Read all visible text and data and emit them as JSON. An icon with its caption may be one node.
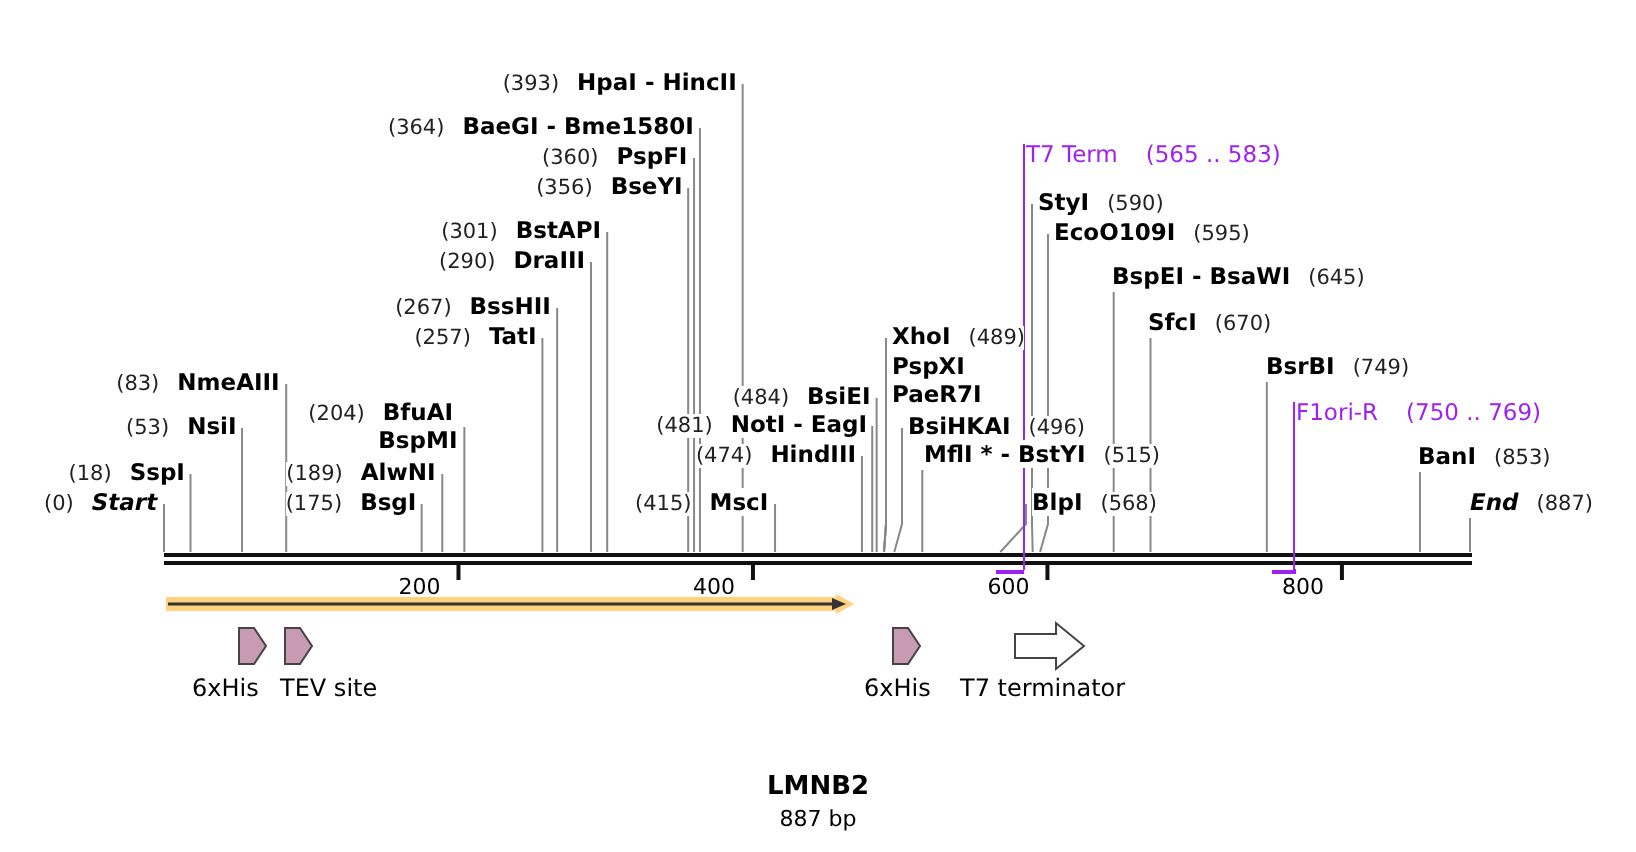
{
  "diagram": {
    "title": "LMNB2",
    "caption": "887 bp",
    "nodes": [
      {
        "text": [
          "(0)",
          "Start"
        ]
      },
      {
        "text": [
          "(18)",
          "SspI"
        ]
      },
      {
        "text": [
          "(53)",
          "NsiI"
        ]
      },
      {
        "text": [
          "(83)",
          "NmeAIII"
        ]
      },
      {
        "text": [
          "(175)",
          "BsgI"
        ]
      },
      {
        "text": [
          "(189)",
          "AlwNI"
        ]
      },
      {
        "text": [
          "(204)",
          "BfuAI",
          "BspMI"
        ]
      },
      {
        "text": [
          "(257)",
          "TatI"
        ]
      },
      {
        "text": [
          "(267)",
          "BssHII"
        ]
      },
      {
        "text": [
          "(290)",
          "DraIII"
        ]
      },
      {
        "text": [
          "(301)",
          "BstAPI"
        ]
      },
      {
        "text": [
          "(356)",
          "BseYI"
        ]
      },
      {
        "text": [
          "(360)",
          "PspFI"
        ]
      },
      {
        "text": [
          "(364)",
          "BaeGI  - Bme1580I"
        ]
      },
      {
        "text": [
          "(393)",
          "HpaI  - HincII"
        ]
      },
      {
        "text": [
          "(415)",
          "MscI"
        ]
      },
      {
        "text": [
          "(474)",
          "HindIII"
        ]
      },
      {
        "text": [
          "(481)",
          "NotI  - EagI"
        ]
      },
      {
        "text": [
          "(484)",
          "BsiEI"
        ]
      },
      {
        "text": [
          "XhoI",
          "(489)"
        ]
      },
      {
        "text": [
          "PspXI"
        ]
      },
      {
        "text": [
          "PaeR7I"
        ]
      },
      {
        "text": [
          "BsiHKAI",
          "(496)"
        ]
      },
      {
        "text": [
          "MflI * - BstYI",
          "(515)"
        ]
      },
      {
        "text": [
          "BlpI",
          "(568)"
        ]
      },
      {
        "text": [
          "StyI",
          "(590)"
        ]
      },
      {
        "text": [
          "EcoO109I",
          "(595)"
        ]
      },
      {
        "text": [
          "BspEI  - BsaWI",
          "(645)"
        ]
      },
      {
        "text": [
          "SfcI",
          "(670)"
        ]
      },
      {
        "text": [
          "BsrBI",
          "(749)"
        ]
      },
      {
        "text": [
          "BanI",
          "(853)"
        ]
      },
      {
        "text": [
          "End",
          "(887)"
        ]
      },
      {
        "text": [
          "T7 Term",
          "(565 .. 583)"
        ]
      },
      {
        "text": [
          "F1ori-R",
          "(750 .. 769)"
        ]
      },
      {
        "text": [],
        "shape": "bar"
      },
      {
        "text": [],
        "shape": "bar"
      },
      {
        "text": [],
        "shape": "arrow"
      },
      {
        "text": [],
        "shape": "arrow",
        "beside": [
          "6xHis"
        ]
      },
      {
        "text": [],
        "shape": "arrow",
        "beside": [
          "TEV site"
        ]
      },
      {
        "text": [],
        "shape": "arrow",
        "beside": [
          "6xHis"
        ]
      },
      {
        "text": [],
        "shape": "arrow",
        "beside": [
          "T7 terminator"
        ]
      },
      {
        "text": [],
        "shape": "bar"
      }
    ],
    "edges": [
      {
        "from": 0,
        "to": 41,
        "arrow": "none"
      },
      {
        "from": 1,
        "to": 41,
        "arrow": "none"
      },
      {
        "from": 2,
        "to": 41,
        "arrow": "none"
      },
      {
        "from": 3,
        "to": 41,
        "arrow": "none"
      },
      {
        "from": 4,
        "to": 41,
        "arrow": "none"
      },
      {
        "from": 5,
        "to": 41,
        "arrow": "none"
      },
      {
        "from": 6,
        "to": 41,
        "arrow": "none"
      },
      {
        "from": 7,
        "to": 41,
        "arrow": "none"
      },
      {
        "from": 8,
        "to": 41,
        "arrow": "none"
      },
      {
        "from": 9,
        "to": 41,
        "arrow": "none"
      },
      {
        "from": 10,
        "to": 41,
        "arrow": "none"
      },
      {
        "from": 11,
        "to": 41,
        "arrow": "none"
      },
      {
        "from": 12,
        "to": 41,
        "arrow": "none"
      },
      {
        "from": 13,
        "to": 41,
        "arrow": "none"
      },
      {
        "from": 14,
        "to": 41,
        "arrow": "none"
      },
      {
        "from": 15,
        "to": 41,
        "arrow": "none"
      },
      {
        "from": 16,
        "to": 41,
        "arrow": "none"
      },
      {
        "from": 17,
        "to": 41,
        "arrow": "none"
      },
      {
        "from": 18,
        "to": 41,
        "arrow": "none"
      },
      {
        "from": 19,
        "to": 41,
        "arrow": "none"
      },
      {
        "from": 20,
        "to": 41,
        "arrow": "none"
      },
      {
        "from": 21,
        "to": 41,
        "arrow": "none"
      },
      {
        "from": 22,
        "to": 41,
        "arrow": "none"
      },
      {
        "from": 23,
        "to": 41,
        "arrow": "none"
      },
      {
        "from": 24,
        "to": 41,
        "arrow": "none"
      },
      {
        "from": 25,
        "to": 41,
        "arrow": "none"
      },
      {
        "from": 26,
        "to": 41,
        "arrow": "none"
      },
      {
        "from": 27,
        "to": 41,
        "arrow": "none"
      },
      {
        "from": 28,
        "to": 41,
        "arrow": "none"
      },
      {
        "from": 29,
        "to": 41,
        "arrow": "none"
      },
      {
        "from": 30,
        "to": 41,
        "arrow": "none"
      },
      {
        "from": 31,
        "to": 41,
        "arrow": "none"
      },
      {
        "from": 32,
        "to": 34,
        "arrow": "none",
        "color": "#a020f0"
      },
      {
        "from": 33,
        "to": 35,
        "arrow": "none",
        "color": "#a020f0"
      }
    ],
    "labels": [
      "200",
      "400",
      "600",
      "800"
    ]
  }
}
